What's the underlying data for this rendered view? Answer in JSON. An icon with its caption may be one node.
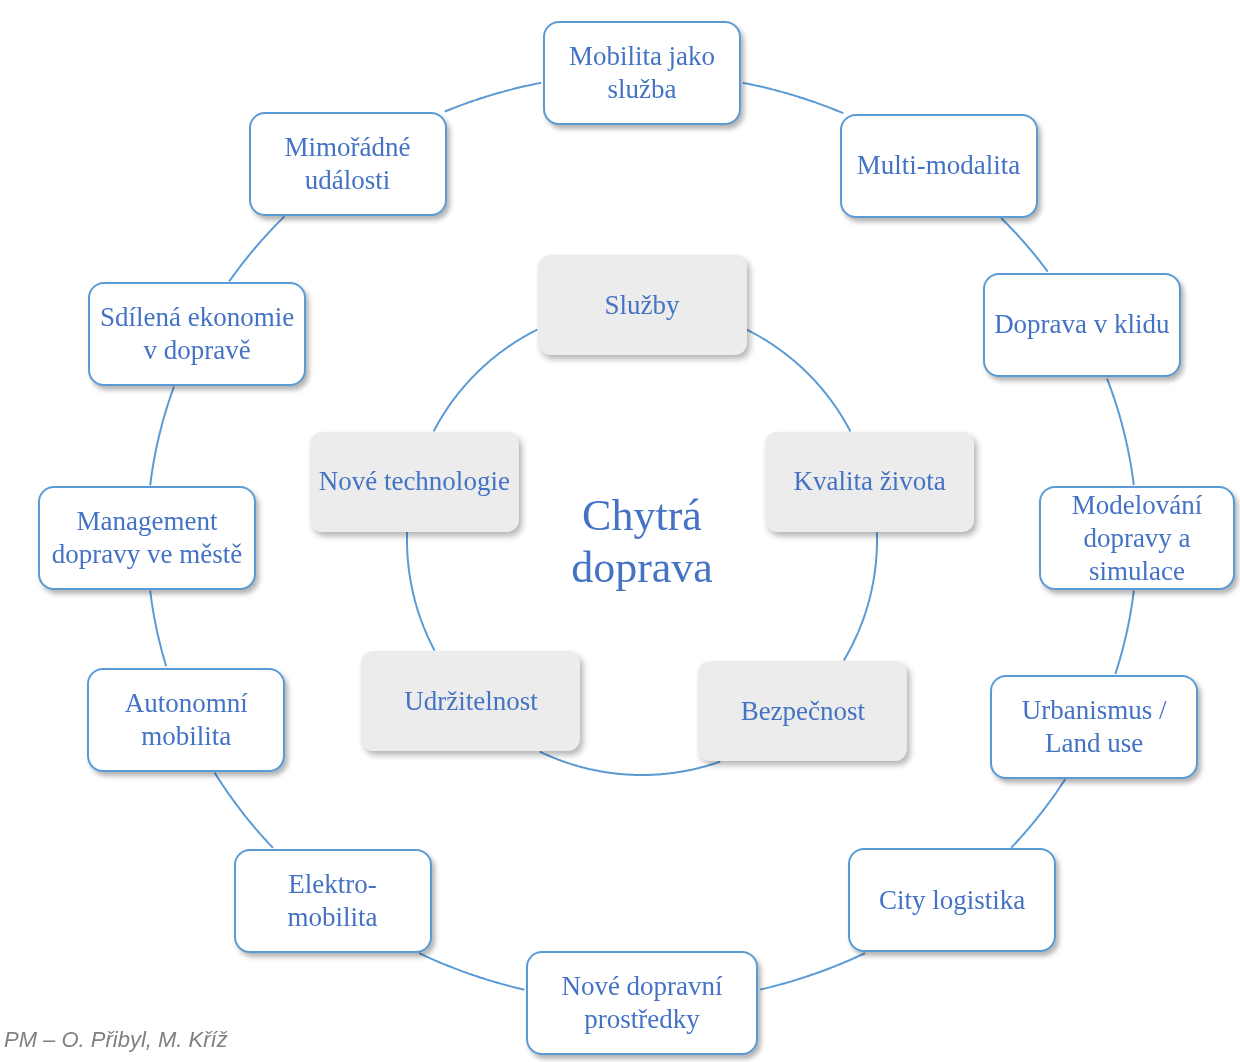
{
  "diagram": {
    "title": "Chytrá doprava",
    "nodes": [
      {
        "text": [
          "Mobilita jako služba"
        ]
      },
      {
        "text": [
          "Multi-modalita"
        ]
      },
      {
        "text": [
          "Doprava v klidu"
        ]
      },
      {
        "text": [
          "Modelování dopravy a simulace"
        ]
      },
      {
        "text": [
          "Urbanismus / Land use"
        ]
      },
      {
        "text": [
          "City logistika"
        ]
      },
      {
        "text": [
          "Nové dopravní prostředky"
        ]
      },
      {
        "text": [
          "Elektro-mobilita"
        ]
      },
      {
        "text": [
          "Autonomní mobilita"
        ]
      },
      {
        "text": [
          "Management dopravy ve městě"
        ]
      },
      {
        "text": [
          "Sdílená ekonomie v dopravě"
        ]
      },
      {
        "text": [
          "Mimořádné události"
        ]
      },
      {
        "text": [
          "Služby"
        ]
      },
      {
        "text": [
          "Kvalita života"
        ]
      },
      {
        "text": [
          "Bezpečnost"
        ]
      },
      {
        "text": [
          "Udržitelnost"
        ]
      },
      {
        "text": [
          "Nové technologie"
        ]
      }
    ],
    "edges": [
      {
        "from": 0,
        "to": 1,
        "arrow": "none"
      },
      {
        "from": 1,
        "to": 2,
        "arrow": "none"
      },
      {
        "from": 2,
        "to": 3,
        "arrow": "none"
      },
      {
        "from": 3,
        "to": 4,
        "arrow": "none"
      },
      {
        "from": 4,
        "to": 5,
        "arrow": "none"
      },
      {
        "from": 5,
        "to": 6,
        "arrow": "none"
      },
      {
        "from": 6,
        "to": 7,
        "arrow": "none"
      },
      {
        "from": 7,
        "to": 8,
        "arrow": "none"
      },
      {
        "from": 8,
        "to": 9,
        "arrow": "none"
      },
      {
        "from": 9,
        "to": 10,
        "arrow": "none"
      },
      {
        "from": 10,
        "to": 11,
        "arrow": "none"
      },
      {
        "from": 11,
        "to": 0,
        "arrow": "none"
      },
      {
        "from": 12,
        "to": 13,
        "arrow": "none"
      },
      {
        "from": 13,
        "to": 14,
        "arrow": "none"
      },
      {
        "from": 14,
        "to": 15,
        "arrow": "none"
      },
      {
        "from": 15,
        "to": 16,
        "arrow": "none"
      },
      {
        "from": 16,
        "to": 12,
        "arrow": "none"
      }
    ],
    "labels": [
      "PM – O. Přibyl, M. Kříž"
    ]
  }
}
